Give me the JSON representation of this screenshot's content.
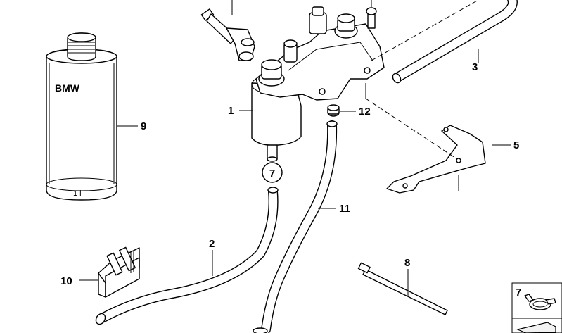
{
  "diagram": {
    "callouts": [
      {
        "id": "1",
        "label": "1"
      },
      {
        "id": "2",
        "label": "2"
      },
      {
        "id": "3",
        "label": "3"
      },
      {
        "id": "5",
        "label": "5"
      },
      {
        "id": "7",
        "label": "7"
      },
      {
        "id": "8",
        "label": "8"
      },
      {
        "id": "9",
        "label": "9"
      },
      {
        "id": "10",
        "label": "10"
      },
      {
        "id": "11",
        "label": "11"
      },
      {
        "id": "12",
        "label": "12"
      }
    ],
    "can_brand": "BMW",
    "can_volume": "1 l",
    "legend_box": {
      "label": "7"
    }
  }
}
